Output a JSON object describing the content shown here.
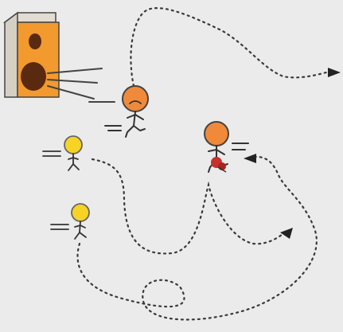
{
  "colors": {
    "background": "#ebebeb",
    "speaker_face": "#f39a2e",
    "speaker_side": "#e2dcd3",
    "speaker_cone": "#5a2a10",
    "runner_head": "#f08a3a",
    "walker_head": "#f6d324",
    "stroke": "#333333",
    "flower": "#c8302c"
  },
  "icons": [
    "speaker-icon",
    "runner-figure",
    "walker-figure",
    "path-arrow"
  ]
}
